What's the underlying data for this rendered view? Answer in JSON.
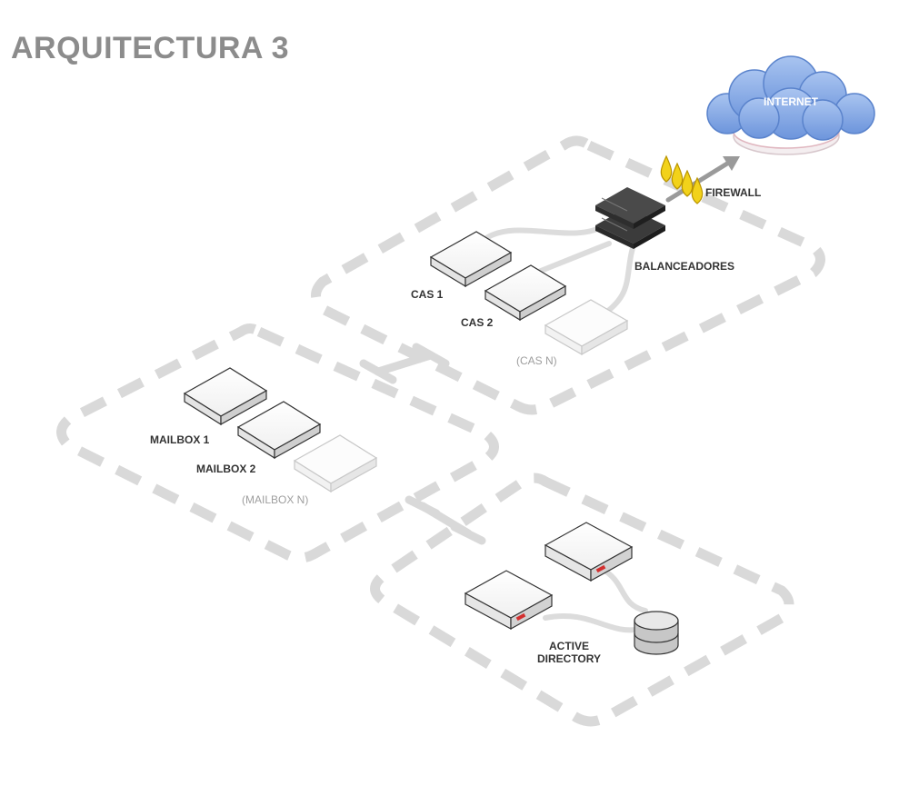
{
  "title": "ARQUITECTURA 3",
  "colors": {
    "zone_border": "#d9d9d9",
    "title": "#8c8c8c",
    "label": "#333333",
    "label_faint": "#9e9e9e",
    "cloud": "#7fa6e6",
    "flame": "#f2d21a"
  },
  "labels": {
    "internet": "INTERNET",
    "firewall": "FIREWALL",
    "balanceadores": "BALANCEADORES",
    "cas1": "CAS 1",
    "cas2": "CAS 2",
    "casn": "(CAS N)",
    "mailbox1": "MAILBOX 1",
    "mailbox2": "MAILBOX 2",
    "mailboxn": "(MAILBOX N)",
    "ad_line1": "ACTIVE",
    "ad_line2": "DIRECTORY"
  },
  "icons": [
    "cloud-icon",
    "flame-icon",
    "load-balancer-icon",
    "server-icon",
    "database-icon",
    "arrow-icon"
  ]
}
